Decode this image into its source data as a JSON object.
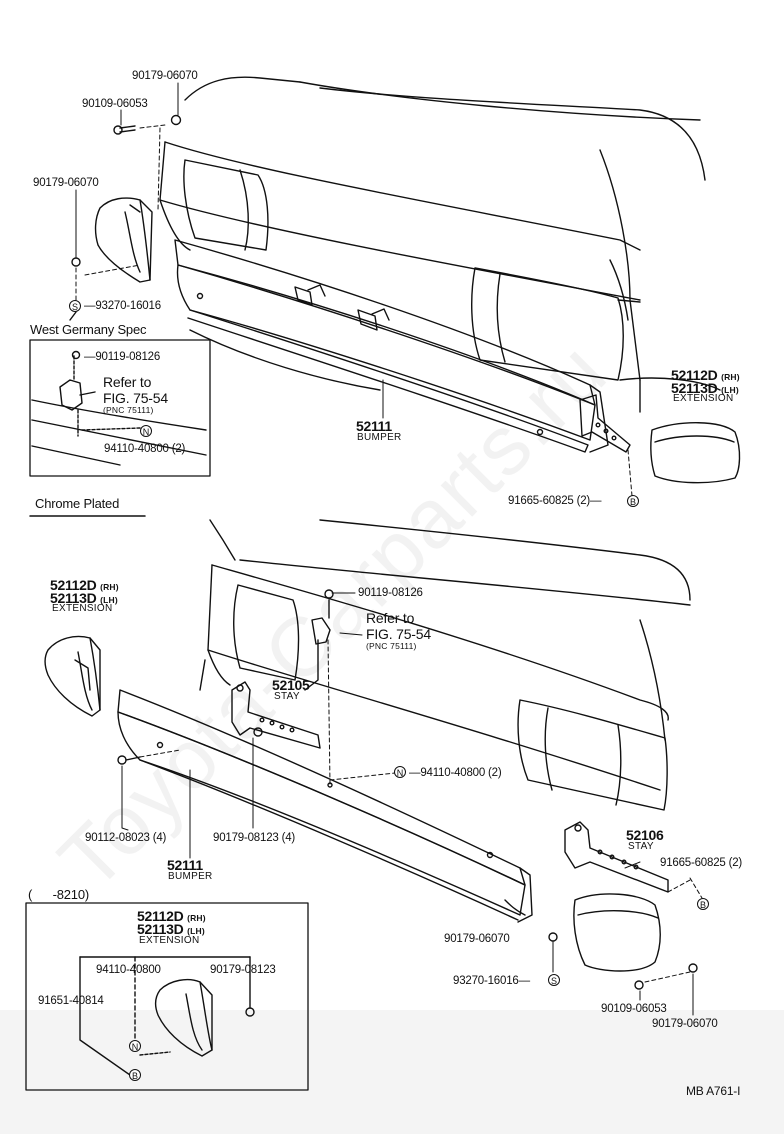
{
  "top_section": {
    "p_90179_06070_a": "90179-06070",
    "p_90109_06053_a": "90109-06053",
    "p_90179_06070_b": "90179-06070",
    "p_93270_16016_a": "93270-16016",
    "west_germany_title": "West Germany Spec",
    "wg_90119_08126": "90119-08126",
    "wg_refer_to": "Refer to",
    "wg_fig": "FIG. 75-54",
    "wg_pnc": "(PNC 75111)",
    "wg_94110_40800": "94110-40800 (2)",
    "ext_52112d": "52112D",
    "ext_rh": "(RH)",
    "ext_52113d": "52113D",
    "ext_lh": "(LH)",
    "ext_caption": "EXTENSION",
    "bumper_num": "52111",
    "bumper_caption": "BUMPER",
    "p_91665_60825_a": "91665-60825 (2)",
    "chrome_plated": "Chrome Plated"
  },
  "bottom_section": {
    "ext_52112d": "52112D",
    "ext_rh": "(RH)",
    "ext_52113d": "52113D",
    "ext_lh": "(LH)",
    "ext_caption": "EXTENSION",
    "p_90119_08126": "90119-08126",
    "refer_to": "Refer to",
    "fig": "FIG. 75-54",
    "pnc": "(PNC 75111)",
    "stay_52105": "52105",
    "stay_caption_a": "STAY",
    "p_94110_40800": "94110-40800 (2)",
    "p_90112_08023": "90112-08023 (4)",
    "p_90179_08123": "90179-08123 (4)",
    "bumper_num": "52111",
    "bumper_caption": "BUMPER",
    "stay_52106": "52106",
    "stay_caption_b": "STAY",
    "p_91665_60825": "91665-60825 (2)",
    "p_90179_06070_a": "90179-06070",
    "p_93270_16016": "93270-16016",
    "p_90109_06053": "90109-06053",
    "p_90179_06070_b": "90179-06070"
  },
  "inset_8210": {
    "title": "(      -8210)",
    "ext_52112d": "52112D",
    "ext_rh": "(RH)",
    "ext_52113d": "52113D",
    "ext_lh": "(LH)",
    "ext_caption": "EXTENSION",
    "p_94110_40800": "94110-40800",
    "p_90179_08123": "90179-08123",
    "p_91651_40814": "91651-40814"
  },
  "symbols": {
    "s": "S",
    "n": "N",
    "b": "B"
  },
  "footer": {
    "code": "MB  A761-I"
  },
  "watermark": "Toyota-Carparts.ru"
}
